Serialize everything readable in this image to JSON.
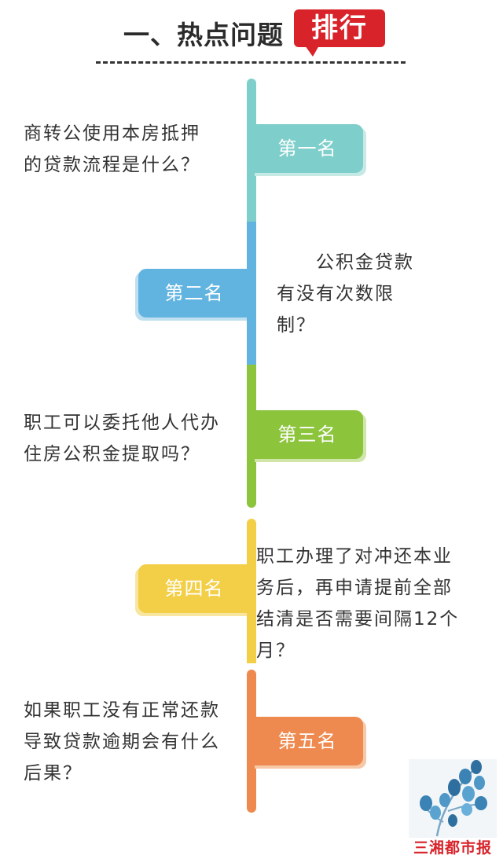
{
  "header": {
    "title": "一、热点问题",
    "badge": "排行",
    "accent_color": "#d8232a"
  },
  "rankings": [
    {
      "label": "第一名",
      "question": "商转公使用本房抵押\n的贷款流程是什么？",
      "color": "#7ecfcb"
    },
    {
      "label": "第二名",
      "question": "　　公积金贷款\n有没有次数限\n制？",
      "color": "#62b4e0"
    },
    {
      "label": "第三名",
      "question": "职工可以委托他人代办\n住房公积金提取吗？",
      "color": "#8cc43c"
    },
    {
      "label": "第四名",
      "question": "职工办理了对冲还本业\n务后，再申请提前全部\n结清是否需要间隔12个\n月？",
      "color": "#f3cf47"
    },
    {
      "label": "第五名",
      "question": "如果职工没有正常还款\n导致贷款逾期会有什么\n后果？",
      "color": "#ee8a4f"
    }
  ],
  "logo": {
    "text": "三湘都市报",
    "icon": "plant-leaves-icon"
  }
}
